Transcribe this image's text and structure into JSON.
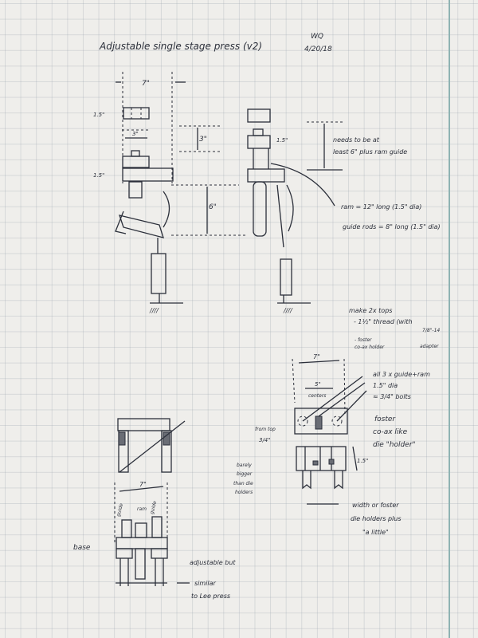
{
  "header": {
    "title": "Adjustable single stage press (v2)",
    "initials": "WQ",
    "date": "4/20/18"
  },
  "side_view_1": {
    "width_dim": "7\"",
    "top_height_dim": "1.5\"",
    "inner_width_dim": "3\"",
    "gap_dim": "3\"",
    "base_height_dim": "1.5\"",
    "travel_dim": "6\""
  },
  "side_view_2": {
    "block_height_dim": "1.5\"",
    "note_line1": "needs to be at",
    "note_line2": "least 6\" plus ram guide",
    "ram_note": "ram = 12\" long (1.5\" dia)",
    "guide_note": "guide rods = 8\" long (1.5\" dia)"
  },
  "tops_note": {
    "line1": "make 2x tops",
    "line2": "- 1½\" thread (with",
    "line3": "7/8\"-14",
    "line4": "adapter",
    "line5": "- foster",
    "line6": "co-ax holder"
  },
  "top_view": {
    "width_dim": "7\"",
    "centers_dim": "5\"",
    "centers_label": "centers",
    "bolt_note1": "all 3 x guide+ram",
    "bolt_note2": "1.5\" dia",
    "bolt_note3": "≈ 3/4\" bolts",
    "foster_note1": "foster",
    "foster_note2": "co-ax like",
    "foster_note3": "die \"holder\"",
    "from_top1": "from top",
    "from_top2": "3/4\"",
    "height_dim": "1.5\"",
    "barely1": "barely",
    "barely2": "bigger",
    "barely3": "than die",
    "barely4": "holders",
    "width_note1": "width or foster",
    "width_note2": "die holders plus",
    "width_note3": "\"a little\""
  },
  "front_view": {
    "width_dim": "7\"",
    "guide_left": "guide",
    "ram": "ram",
    "guide_right": "guide",
    "base": "base",
    "adjustable_note": "adjustable but",
    "similar_note1": "similar",
    "similar_note2": "to Lee press"
  }
}
